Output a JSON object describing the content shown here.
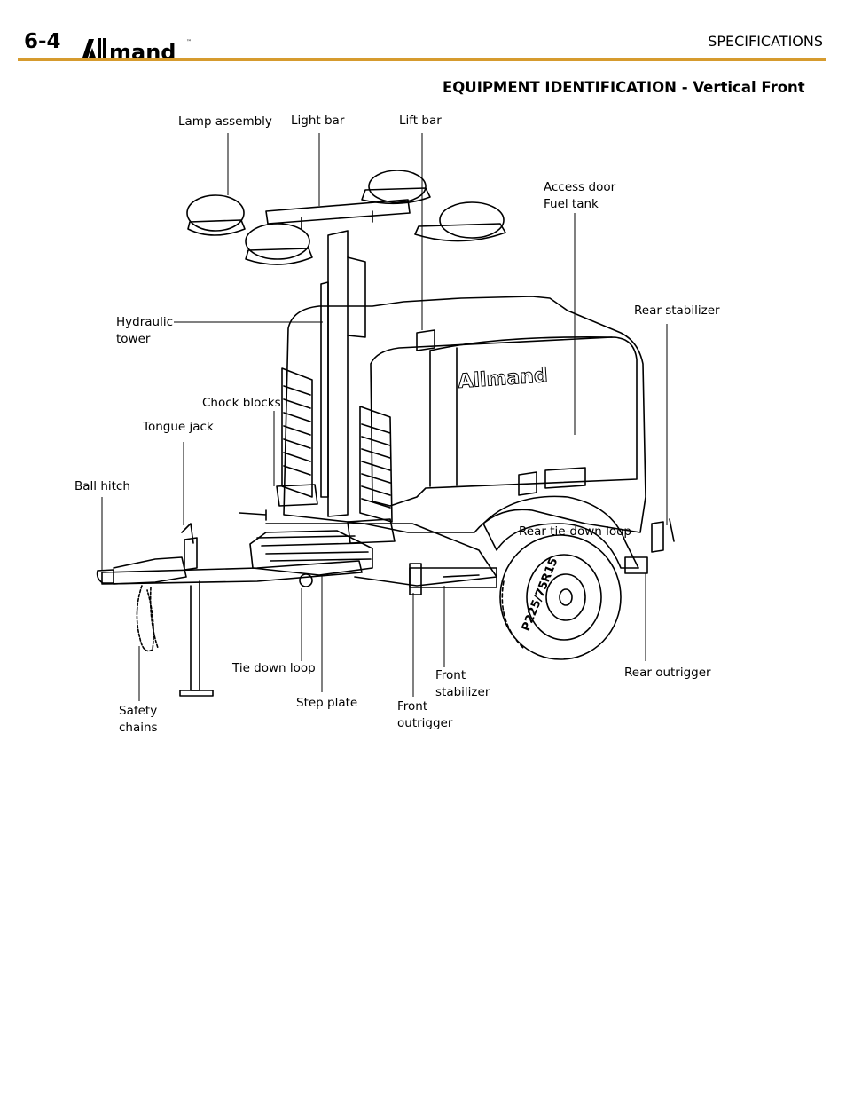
{
  "header": {
    "page_number": "6-4",
    "section": "SPECIFICATIONS",
    "logo_text": "Allmand",
    "logo_tm": "™"
  },
  "figure": {
    "title": "EQUIPMENT IDENTIFICATION - Vertical Front",
    "tire_text": "P225/75R15",
    "body_logo_text": "Allmand",
    "labels": {
      "lamp_assembly": "Lamp assembly",
      "light_bar": "Light bar",
      "lift_bar": "Lift bar",
      "access_door_line1": "Access door",
      "access_door_line2": "Fuel tank",
      "rear_stabilizer": "Rear stabilizer",
      "hydraulic_line1": "Hydraulic",
      "hydraulic_line2": "tower",
      "chock_blocks": "Chock blocks",
      "tongue_jack": "Tongue jack",
      "ball_hitch": "Ball hitch",
      "rear_tie_down": "Rear tie-down loop",
      "tie_down_loop": "Tie down loop",
      "front_stabilizer_line1": "Front",
      "front_stabilizer_line2": "stabilizer",
      "rear_outrigger": "Rear outrigger",
      "safety_line1": "Safety",
      "safety_line2": "chains",
      "step_plate": "Step plate",
      "front_outrigger_line1": "Front",
      "front_outrigger_line2": "outrigger"
    }
  }
}
